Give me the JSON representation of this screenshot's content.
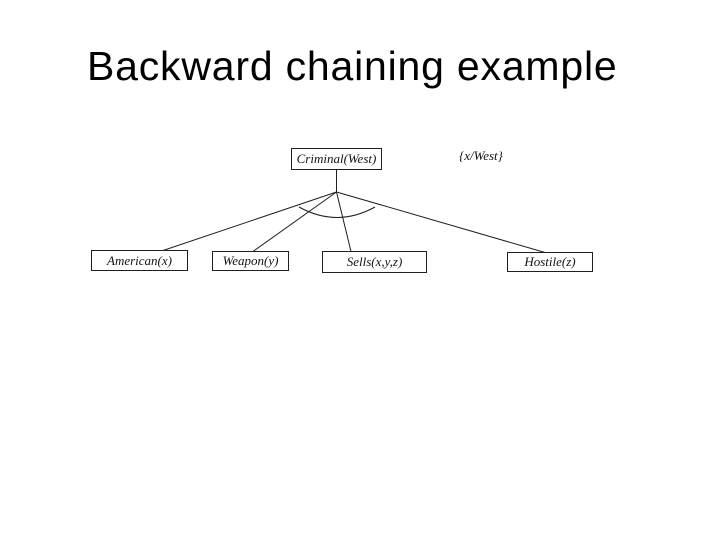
{
  "slide": {
    "title": "Backward chaining example",
    "background_color": "#ffffff",
    "text_color": "#000000",
    "line_color": "#1f1f1f"
  },
  "diagram": {
    "goal": {
      "label": "Criminal(West)"
    },
    "substitution_label": "{x/West}",
    "premises": [
      {
        "label": "American(x)"
      },
      {
        "label": "Weapon(y)"
      },
      {
        "label": "Sells(x,y,z)"
      },
      {
        "label": "Hostile(z)"
      }
    ]
  }
}
